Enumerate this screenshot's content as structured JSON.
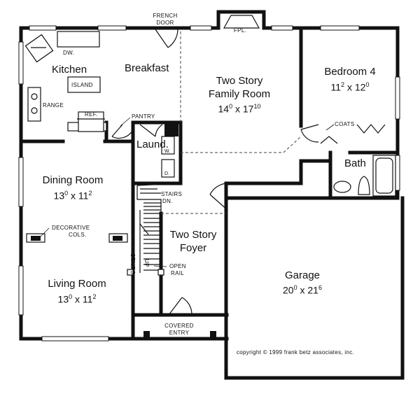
{
  "rooms": {
    "kitchen": "Kitchen",
    "breakfast": "Breakfast",
    "family_name_1": "Two Story",
    "family_name_2": "Family Room",
    "family_dim": {
      "w": "14",
      "wi": "0",
      "x": "x",
      "l": "17",
      "li": "10"
    },
    "bedroom": "Bedroom 4",
    "bedroom_dim": {
      "w": "11",
      "wi": "2",
      "x": "x",
      "l": "12",
      "li": "0"
    },
    "dining": "Dining Room",
    "dining_dim": {
      "w": "13",
      "wi": "0",
      "x": "x",
      "l": "11",
      "li": "2"
    },
    "living": "Living Room",
    "living_dim": {
      "w": "13",
      "wi": "0",
      "x": "x",
      "l": "11",
      "li": "2"
    },
    "laundry": "Laund.",
    "bath": "Bath",
    "foyer_1": "Two Story",
    "foyer_2": "Foyer",
    "garage": "Garage",
    "garage_dim": {
      "w": "20",
      "wi": "0",
      "x": "x",
      "l": "21",
      "li": "6"
    }
  },
  "labels": {
    "french_door_1": "FRENCH",
    "french_door_2": "DOOR",
    "fpl": "FPL.",
    "dw": "DW.",
    "island": "ISLAND",
    "range": "RANGE",
    "ref": "REF.",
    "pantry": "PANTRY",
    "coats": "COATS",
    "w": "W.",
    "d": "D.",
    "stairs_dn_1": "STAIRS",
    "stairs_dn_2": "DN.",
    "decorative_1": "DECORATIVE",
    "decorative_2": "COLS.",
    "stairs_up_1": "STAIRS",
    "stairs_up_2": "UP",
    "open_rail_1": "OPEN",
    "open_rail_2": "RAIL",
    "covered_1": "COVERED",
    "covered_2": "ENTRY",
    "copyright": "copyright © 1999 frank betz associates, inc."
  }
}
